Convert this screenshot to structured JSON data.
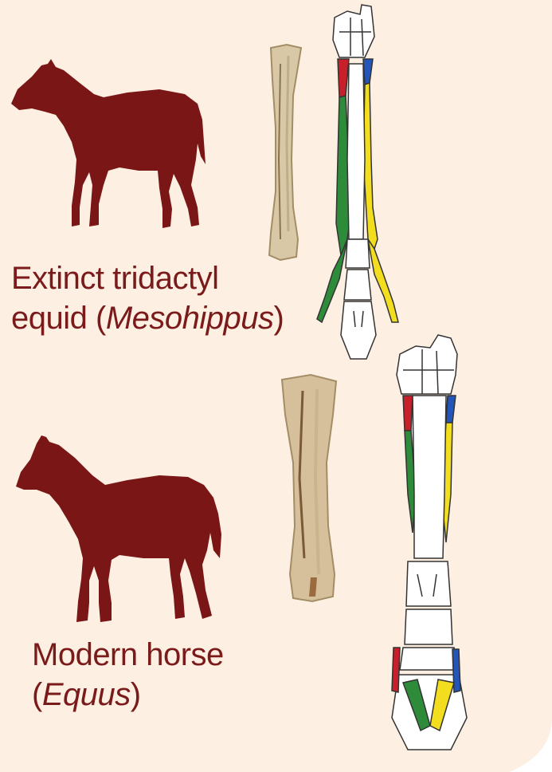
{
  "figure": {
    "mesohippus": {
      "label_line1": "Extinct tridactyl",
      "label_line2_prefix": "equid (",
      "label_line2_italic": "Mesohippus",
      "label_line2_suffix": ")"
    },
    "equus": {
      "label_line1": "Modern horse",
      "label_line2_prefix": "(",
      "label_line2_italic": "Equus",
      "label_line2_suffix": ")"
    }
  },
  "colors": {
    "background": "#fdf0e2",
    "silhouette": "#7a1616",
    "label_text": "#7a1a1a",
    "digit_ii": "#c7202b",
    "digit_ii_inner": "#2e8b3a",
    "digit_iv": "#f2de1e",
    "digit_iv_outer": "#2455b8",
    "bone_photo": "#d9c8a6"
  }
}
